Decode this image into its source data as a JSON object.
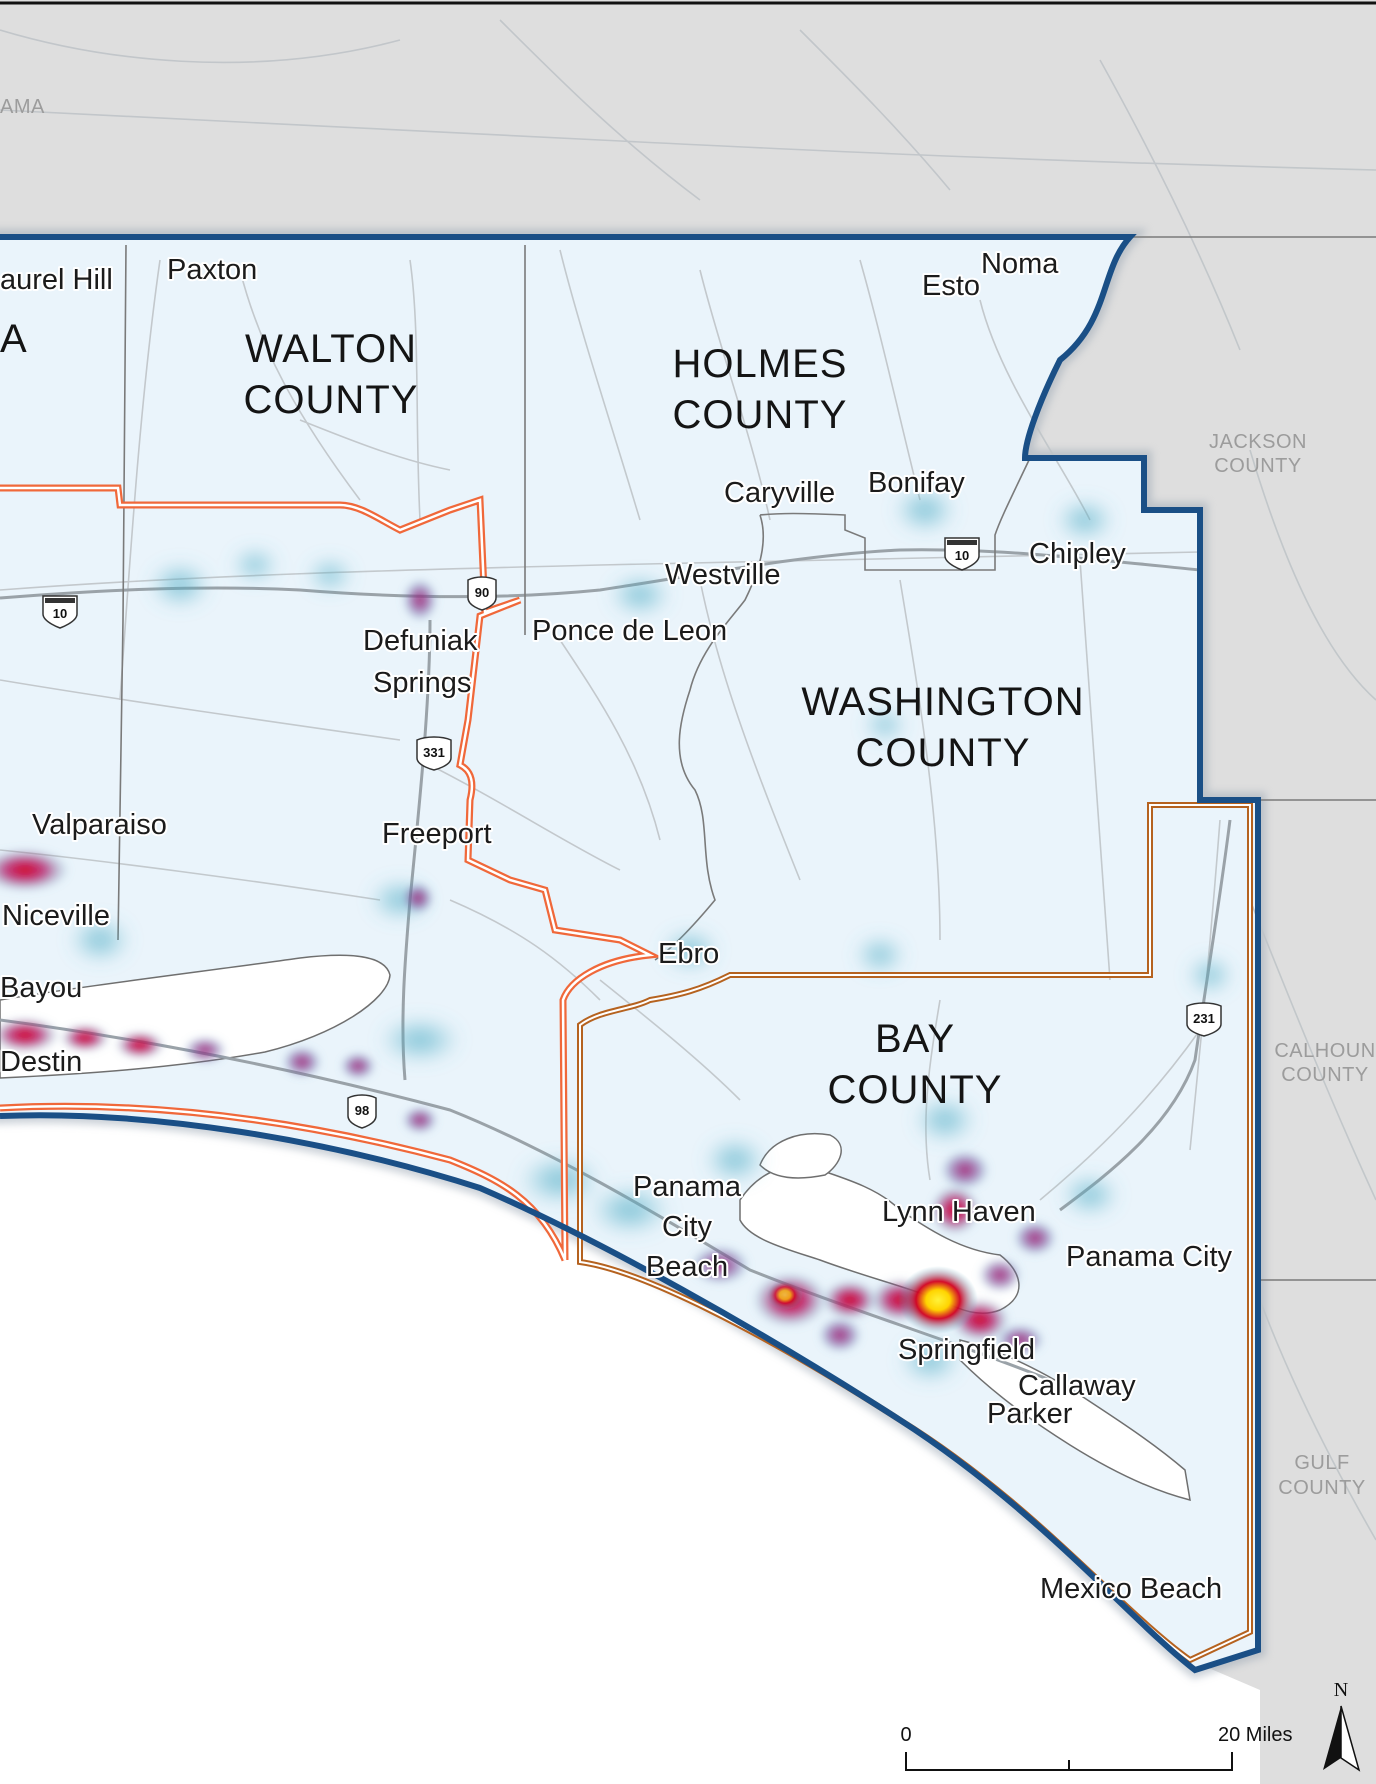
{
  "counties_in_region": [
    {
      "name_line1": "WALTON",
      "name_line2": "COUNTY"
    },
    {
      "name_line1": "HOLMES",
      "name_line2": "COUNTY"
    },
    {
      "name_line1": "WASHINGTON",
      "name_line2": "COUNTY"
    },
    {
      "name_line1": "BAY",
      "name_line2": "COUNTY"
    }
  ],
  "partial_labels": {
    "alabama_fragment": "AMA",
    "okaloosa_fragment": "A"
  },
  "neighbor_counties": [
    {
      "name_line1": "JACKSON",
      "name_line2": "COUNTY"
    },
    {
      "name_line1": "CALHOUN",
      "name_line2": "COUNTY"
    },
    {
      "name_line1": "GULF",
      "name_line2": "COUNTY"
    }
  ],
  "cities": [
    "aurel Hill",
    "Paxton",
    "Esto",
    "Noma",
    "Caryville",
    "Bonifay",
    "Chipley",
    "Westville",
    "Ponce de Leon",
    "Defuniak",
    "Springs",
    "Valparaiso",
    "Freeport",
    "Niceville",
    "Ebro",
    "Bayou",
    "Destin",
    "Panama",
    "City",
    "Beach",
    "Lynn Haven",
    "Panama City",
    "Springfield",
    "Callaway",
    "Parker",
    "Mexico Beach"
  ],
  "route_shields": [
    {
      "type": "interstate",
      "number": "10"
    },
    {
      "type": "interstate",
      "number": "10"
    },
    {
      "type": "us",
      "number": "90"
    },
    {
      "type": "us",
      "number": "331"
    },
    {
      "type": "us",
      "number": "98"
    },
    {
      "type": "us",
      "number": "231"
    }
  ],
  "scale_bar": {
    "start_label": "0",
    "end_label": "20 Miles"
  },
  "north_arrow": {
    "label": "N"
  },
  "colors": {
    "study_area_fill": "#eaf4fb",
    "study_area_outline": "#1a4f86",
    "tpo_boundary_orange": "#f0683a",
    "bay_boundary_brown": "#b5621f",
    "background_land": "#dedede",
    "water": "#ffffff",
    "heat_low": "#63b7cc",
    "heat_mid": "#b0257a",
    "heat_high": "#ffe81a"
  }
}
